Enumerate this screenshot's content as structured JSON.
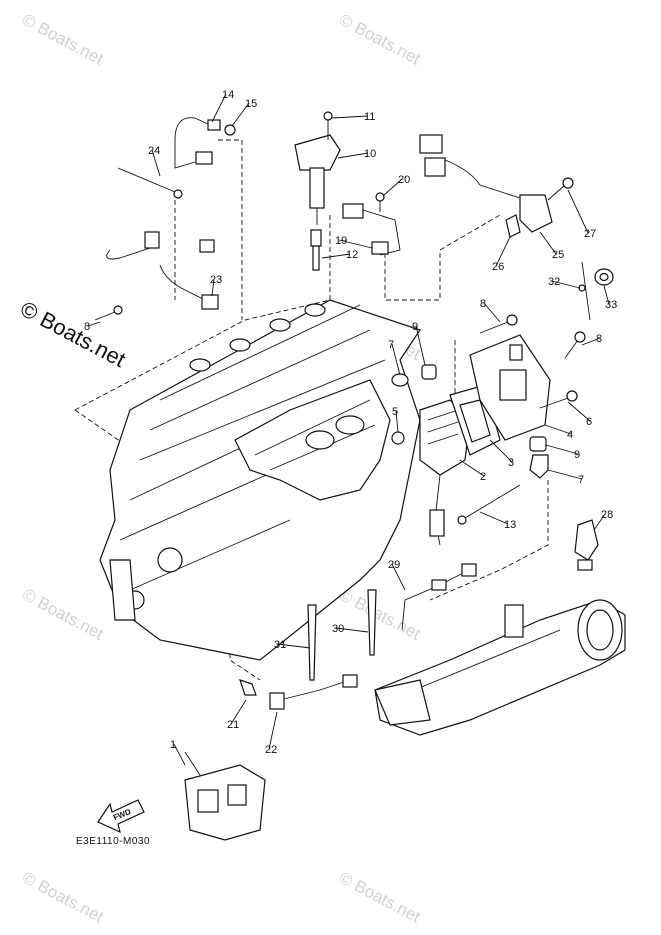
{
  "watermark": {
    "text": "© Boats.net",
    "main_text": "© Boats.net"
  },
  "diagram_code": "E3E1110-M030",
  "fwd_label": "FWD",
  "callouts": [
    "1",
    "2",
    "3",
    "4",
    "5",
    "6",
    "7",
    "7",
    "8",
    "8",
    "8",
    "9",
    "9",
    "10",
    "11",
    "12",
    "13",
    "14",
    "15",
    "19",
    "20",
    "21",
    "22",
    "23",
    "24",
    "25",
    "26",
    "27",
    "28",
    "29",
    "30",
    "31",
    "32",
    "33"
  ]
}
